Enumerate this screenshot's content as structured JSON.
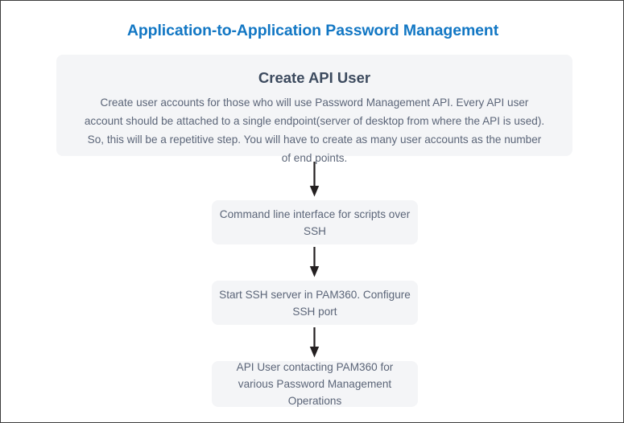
{
  "diagram": {
    "title": "Application-to-Application Password Management",
    "title_color": "#1277c4",
    "heading_color": "#3c4a5e",
    "body_color": "#5b6578",
    "node_background": "#f4f5f7",
    "page_background": "#ffffff",
    "border_color": "#3d3d3d",
    "arrow_color": "#231f20"
  },
  "intro": {
    "heading": "Create API User",
    "body": "Create user accounts for those who will use Password Management API. Every API user account should be attached to a single endpoint(server of desktop from where the API is used). So, this will be a repetitive step. You will have to create as many user accounts as the number of end points."
  },
  "steps": [
    {
      "id": "step-1",
      "label": "Command line interface for scripts over SSH"
    },
    {
      "id": "step-2",
      "label": "Start SSH server in PAM360. Configure SSH port"
    },
    {
      "id": "step-3",
      "label": "API User contacting PAM360 for various Password Management Operations"
    }
  ],
  "connectors": [
    {
      "id": "arrow-1",
      "from": "Create API User",
      "to": "Command line interface for scripts over SSH"
    },
    {
      "id": "arrow-2",
      "from": "Command line interface for scripts over SSH",
      "to": "Start SSH server in PAM360. Configure SSH port"
    },
    {
      "id": "arrow-3",
      "from": "Start SSH server in PAM360. Configure SSH port",
      "to": "API User contacting PAM360 for various Password Management Operations"
    }
  ]
}
